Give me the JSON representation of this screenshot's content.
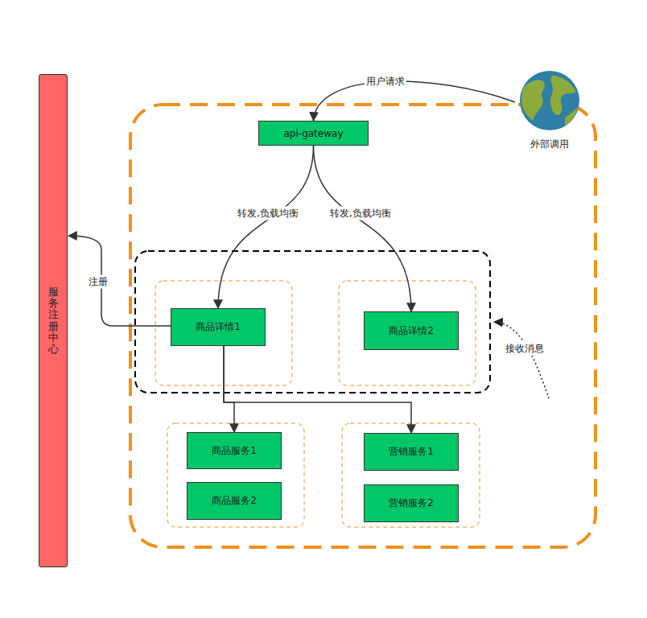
{
  "diagram": {
    "nodes": [
      {
        "text": [
          "服务注册中心"
        ]
      },
      {
        "text": [
          "api-gateway"
        ]
      },
      {
        "text": [
          "外部调用"
        ]
      },
      {
        "text": [
          "商品详情1"
        ]
      },
      {
        "text": [
          "商品详情2"
        ]
      },
      {
        "text": [
          "商品服务1"
        ]
      },
      {
        "text": [
          "营销服务1"
        ]
      },
      {
        "text": [
          "商品服务2"
        ]
      },
      {
        "text": [
          "营销服务2"
        ]
      }
    ],
    "edges": [
      {
        "from": 2,
        "to": 1,
        "label": "用户请求",
        "arrow": "to"
      },
      {
        "from": 1,
        "to": 3,
        "label": "转发,负载均衡",
        "arrow": "to"
      },
      {
        "from": 1,
        "to": 4,
        "label": "转发,负载均衡",
        "arrow": "to"
      },
      {
        "from": 3,
        "to": 0,
        "label": "注册",
        "arrow": "to"
      },
      {
        "from": 3,
        "to": 5,
        "arrow": "to"
      },
      {
        "from": 3,
        "to": 6,
        "arrow": "to"
      }
    ],
    "labels": [
      "接收消息"
    ]
  }
}
